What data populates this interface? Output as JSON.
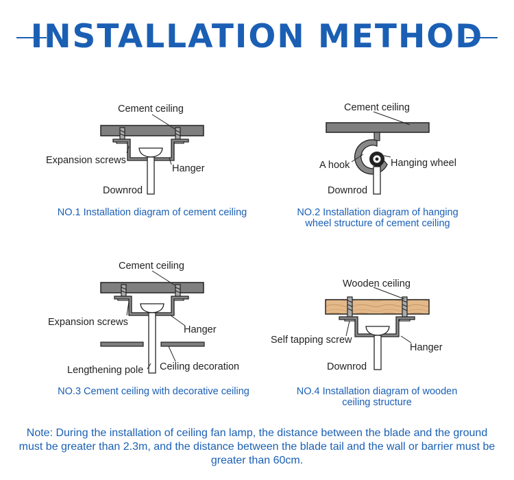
{
  "title": "INSTALLATION METHOD",
  "diagram1": {
    "cement_ceiling": "Cement ceiling",
    "expansion_screws": "Expansion screws",
    "hanger": "Hanger",
    "downrod": "Downrod",
    "caption": "NO.1 Installation diagram of cement ceiling"
  },
  "diagram2": {
    "cement_ceiling": "Cement ceiling",
    "a_hook": "A hook",
    "hanging_wheel": "Hanging wheel",
    "downrod": "Downrod",
    "caption_line1": "NO.2 Installation diagram of hanging",
    "caption_line2": "wheel structure of cement ceiling"
  },
  "diagram3": {
    "cement_ceiling": "Cement ceiling",
    "expansion_screws": "Expansion screws",
    "hanger": "Hanger",
    "lengthening_pole": "Lengthening pole",
    "ceiling_decoration": "Ceiling decoration",
    "caption": "NO.3 Cement ceiling with decorative ceiling"
  },
  "diagram4": {
    "wooden_ceiling": "Wooden ceiling",
    "self_tapping_screw": "Self tapping screw",
    "hanger": "Hanger",
    "downrod": "Downrod",
    "caption_line1": "NO.4 Installation diagram of wooden",
    "caption_line2": "ceiling structure"
  },
  "note": "Note: During the installation of ceiling fan lamp, the distance between the blade and the ground must be greater than 2.3m, and the distance between the blade tail and the wall or barrier must be greater than 60cm.",
  "colors": {
    "accent": "#1a5fb4",
    "ceiling_gray": "#7f7f7f",
    "wood": "#e3b98a"
  }
}
